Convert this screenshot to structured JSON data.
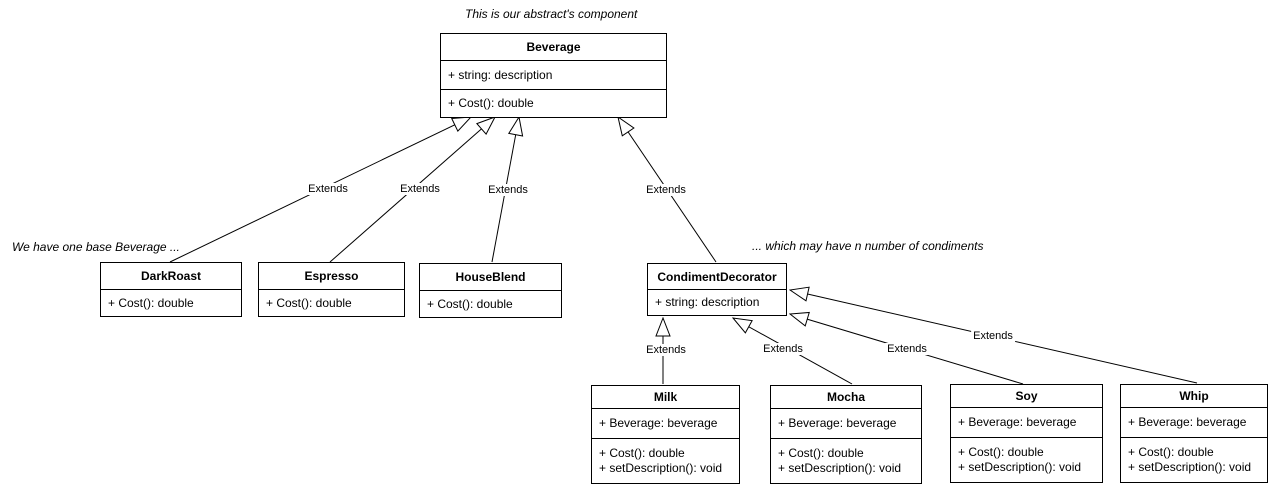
{
  "annotations": {
    "top": "This is our abstract's component",
    "left": "We have one base Beverage ...",
    "right": "... which may have n number of condiments"
  },
  "classes": {
    "beverage": {
      "name": "Beverage",
      "attributes": [
        "+ string: description"
      ],
      "methods": [
        "+ Cost(): double"
      ]
    },
    "darkroast": {
      "name": "DarkRoast",
      "methods": [
        "+ Cost(): double"
      ]
    },
    "espresso": {
      "name": "Espresso",
      "methods": [
        "+ Cost(): double"
      ]
    },
    "houseblend": {
      "name": "HouseBlend",
      "methods": [
        "+ Cost(): double"
      ]
    },
    "condiment_decorator": {
      "name": "CondimentDecorator",
      "attributes": [
        "+ string: description"
      ]
    },
    "milk": {
      "name": "Milk",
      "attributes": [
        "+ Beverage: beverage"
      ],
      "methods": [
        "+ Cost(): double",
        "+ setDescription(): void"
      ]
    },
    "mocha": {
      "name": "Mocha",
      "attributes": [
        "+ Beverage: beverage"
      ],
      "methods": [
        "+ Cost(): double",
        "+ setDescription(): void"
      ]
    },
    "soy": {
      "name": "Soy",
      "attributes": [
        "+ Beverage: beverage"
      ],
      "methods": [
        "+ Cost(): double",
        "+ setDescription(): void"
      ]
    },
    "whip": {
      "name": "Whip",
      "attributes": [
        "+ Beverage: beverage"
      ],
      "methods": [
        "+ Cost(): double",
        "+ setDescription(): void"
      ]
    }
  },
  "edges": [
    {
      "from": "DarkRoast",
      "to": "Beverage",
      "label": "Extends"
    },
    {
      "from": "Espresso",
      "to": "Beverage",
      "label": "Extends"
    },
    {
      "from": "HouseBlend",
      "to": "Beverage",
      "label": "Extends"
    },
    {
      "from": "CondimentDecorator",
      "to": "Beverage",
      "label": "Extends"
    },
    {
      "from": "Milk",
      "to": "CondimentDecorator",
      "label": "Extends"
    },
    {
      "from": "Mocha",
      "to": "CondimentDecorator",
      "label": "Extends"
    },
    {
      "from": "Soy",
      "to": "CondimentDecorator",
      "label": "Extends"
    },
    {
      "from": "Whip",
      "to": "CondimentDecorator",
      "label": "Extends"
    }
  ],
  "colors": {
    "stroke": "#000000",
    "fill": "#ffffff",
    "background": "#ffffff",
    "text": "#000000"
  }
}
